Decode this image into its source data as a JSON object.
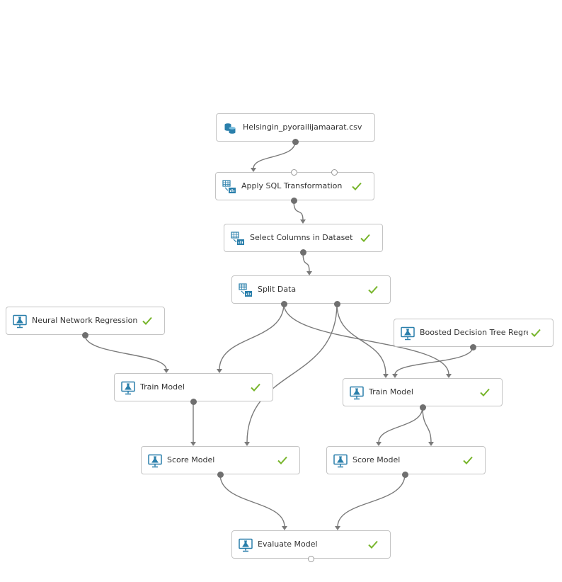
{
  "nodes": {
    "csv": {
      "label": "Helsingin_pyorailijamaarat.csv",
      "icon": "dataset-icon",
      "status": ""
    },
    "sql": {
      "label": "Apply SQL Transformation",
      "icon": "table-transform-icon",
      "status": "completed"
    },
    "select": {
      "label": "Select Columns in Dataset",
      "icon": "table-transform-icon",
      "status": "completed"
    },
    "split": {
      "label": "Split Data",
      "icon": "table-transform-icon",
      "status": "completed"
    },
    "nnr": {
      "label": "Neural Network Regression",
      "icon": "model-icon",
      "status": "completed"
    },
    "bdt": {
      "label": "Boosted Decision Tree Regre...",
      "icon": "model-icon",
      "status": "completed"
    },
    "train1": {
      "label": "Train Model",
      "icon": "model-icon",
      "status": "completed"
    },
    "train2": {
      "label": "Train Model",
      "icon": "model-icon",
      "status": "completed"
    },
    "score1": {
      "label": "Score Model",
      "icon": "model-icon",
      "status": "completed"
    },
    "score2": {
      "label": "Score Model",
      "icon": "model-icon",
      "status": "completed"
    },
    "eval": {
      "label": "Evaluate Model",
      "icon": "model-icon",
      "status": "completed"
    }
  },
  "colors": {
    "check": "#77b52b",
    "icon": "#2a7fab",
    "edge": "#7a7a7a"
  }
}
